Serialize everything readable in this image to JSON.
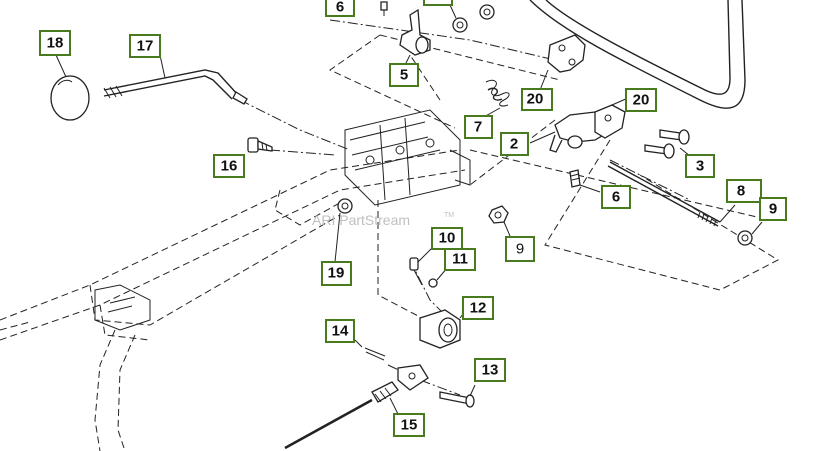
{
  "watermark": {
    "text": "ARI PartStream",
    "tm": "TM"
  },
  "colors": {
    "callout_border": "#4a7a1e",
    "line": "#222222"
  },
  "callouts": {
    "c6a": "6",
    "c18": "18",
    "c17": "17",
    "c5": "5",
    "c7": "7",
    "c20a": "20",
    "c20b": "20",
    "c2": "2",
    "c3": "3",
    "c16": "16",
    "c6b": "6",
    "c8": "8",
    "c9a": "9",
    "c9b": "9",
    "c19": "19",
    "c10": "10",
    "c11": "11",
    "c12": "12",
    "c14": "14",
    "c13": "13",
    "c15": "15"
  }
}
